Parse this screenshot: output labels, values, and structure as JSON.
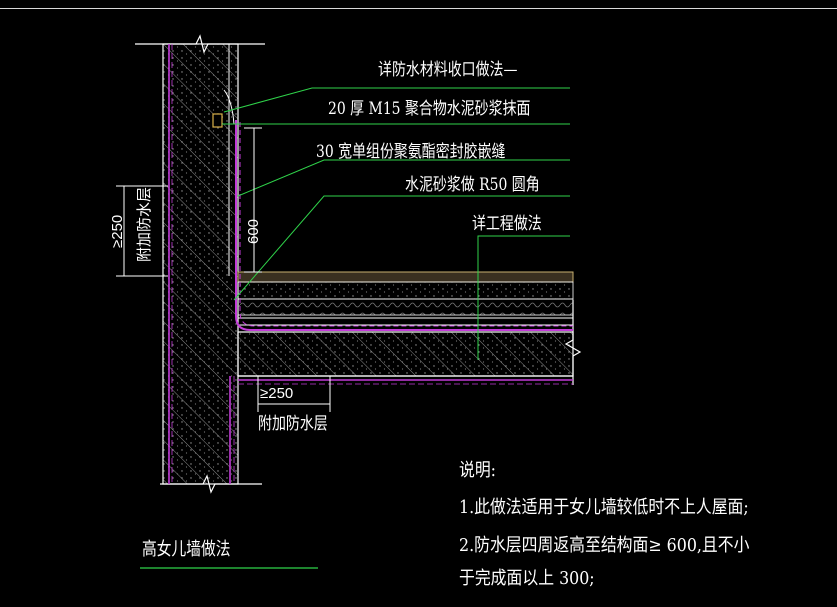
{
  "drawing": {
    "title": "高女儿墙做法",
    "callouts": [
      "详防水材料收口做法—",
      "20 厚 M15 聚合物水泥砂浆抹面",
      "30 宽单组份聚氨酯密封胶嵌缝",
      "水泥砂浆做    R50 圆角",
      "详工程做法"
    ],
    "dimensions": {
      "upturn_height": "600",
      "wall_additional_min": "≥250",
      "slab_additional_min": "≥250"
    },
    "layer_labels": {
      "wall_additional": "附加防水层",
      "slab_additional": "附加防水层"
    },
    "notes": {
      "heading": "说明:",
      "line1": "1.此做法适用于女儿墙较低时不上人屋面;",
      "line2": "2.防水层四周返高至结构面≥        600,且不小",
      "line3": "于完成面以上    300;"
    }
  },
  "colors": {
    "background": "#000000",
    "linework": "#ffffff",
    "waterproof_layer": "#c23bd8",
    "leader_green": "#2fd24a",
    "hatch": "#9a9a9a"
  }
}
